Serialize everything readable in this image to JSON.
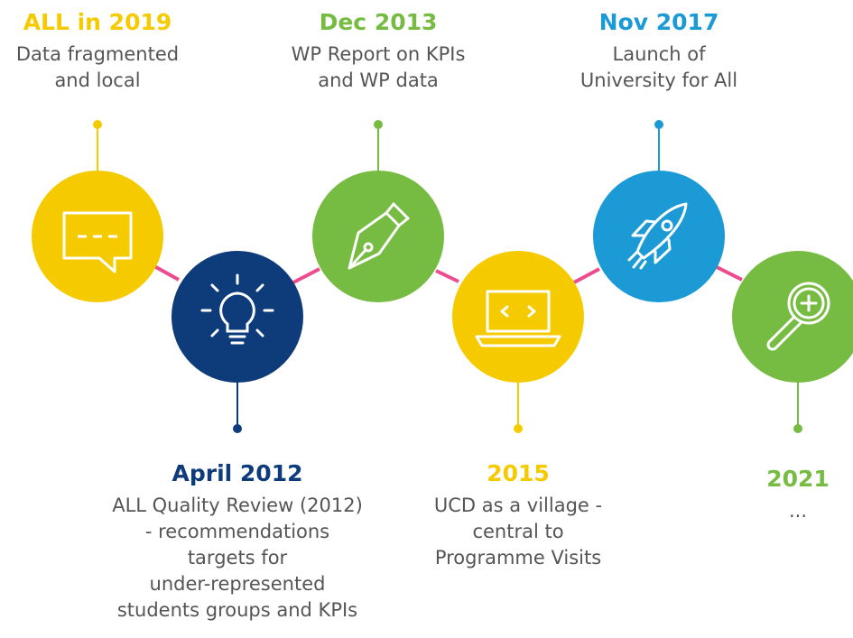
{
  "colors": {
    "yellow": "#F5CB00",
    "navy": "#0E3B79",
    "green": "#76BC43",
    "blue": "#1B9AD6",
    "connector": "#EC4C8E",
    "text": "#555555"
  },
  "events": [
    {
      "date": "ALL in 2019",
      "desc": "Data fragmented\nand local",
      "color": "yellow",
      "icon": "chat-bubble-icon"
    },
    {
      "date": "April 2012",
      "desc": "ALL Quality Review (2012)\n- recommendations\ntargets for\nunder-represented\nstudents groups and KPIs",
      "color": "navy",
      "icon": "lightbulb-icon"
    },
    {
      "date": "Dec 2013",
      "desc": "WP Report on KPIs\nand WP data",
      "color": "green",
      "icon": "pen-nib-icon"
    },
    {
      "date": "2015",
      "desc": "UCD as a village -\ncentral to\nProgramme Visits",
      "color": "yellow",
      "icon": "laptop-code-icon"
    },
    {
      "date": "Nov 2017",
      "desc": "Launch of\nUniversity for All",
      "color": "blue",
      "icon": "rocket-icon"
    },
    {
      "date": "2021",
      "desc": "...",
      "color": "green",
      "icon": "magnifier-icon"
    }
  ]
}
